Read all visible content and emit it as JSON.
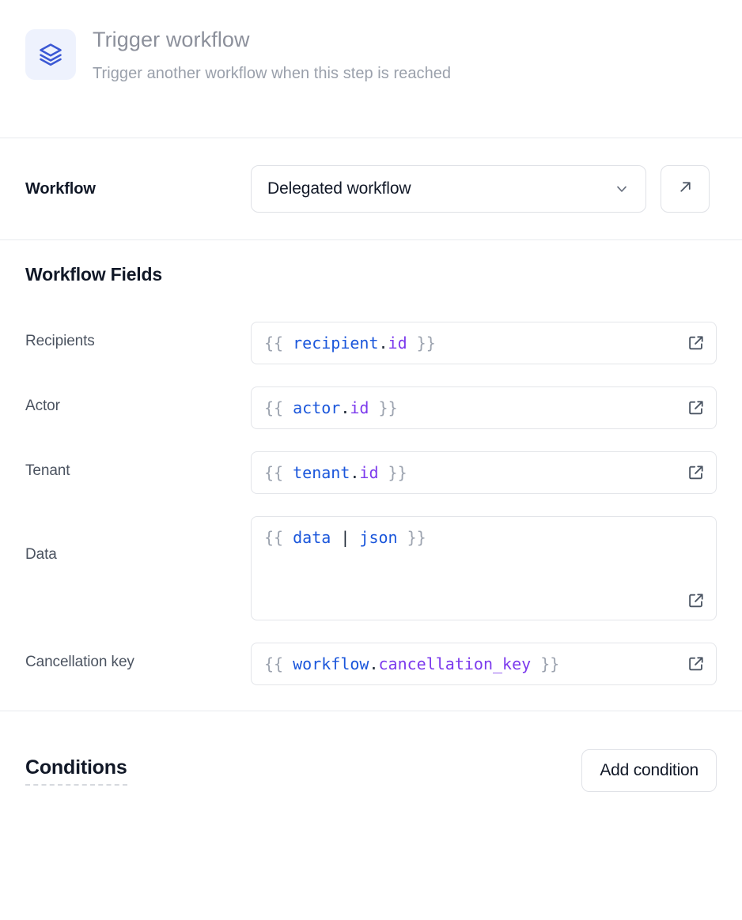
{
  "header": {
    "icon": "layers-icon",
    "title": "Trigger workflow",
    "subtitle": "Trigger another workflow when this step is reached",
    "icon_color": "#3b58d4",
    "icon_bg": "#eef2fd"
  },
  "workflow_row": {
    "label": "Workflow",
    "select_value": "Delegated workflow",
    "chevron_icon": "chevron-down-icon",
    "open_button_icon": "arrow-up-right-icon"
  },
  "fields_section": {
    "title": "Workflow Fields",
    "expand_icon": "external-link-icon",
    "fields": [
      {
        "label": "Recipients",
        "value": "{{ recipient.id }}",
        "multiline": false,
        "tokens": [
          {
            "t": "{{ ",
            "c": "brace"
          },
          {
            "t": "recipient",
            "c": "var"
          },
          {
            "t": ".",
            "c": "dot"
          },
          {
            "t": "id",
            "c": "prop"
          },
          {
            "t": " }}",
            "c": "brace"
          }
        ]
      },
      {
        "label": "Actor",
        "value": "{{ actor.id }}",
        "multiline": false,
        "tokens": [
          {
            "t": "{{ ",
            "c": "brace"
          },
          {
            "t": "actor",
            "c": "var"
          },
          {
            "t": ".",
            "c": "dot"
          },
          {
            "t": "id",
            "c": "prop"
          },
          {
            "t": " }}",
            "c": "brace"
          }
        ]
      },
      {
        "label": "Tenant",
        "value": "{{ tenant.id }}",
        "multiline": false,
        "tokens": [
          {
            "t": "{{ ",
            "c": "brace"
          },
          {
            "t": "tenant",
            "c": "var"
          },
          {
            "t": ".",
            "c": "dot"
          },
          {
            "t": "id",
            "c": "prop"
          },
          {
            "t": " }}",
            "c": "brace"
          }
        ]
      },
      {
        "label": "Data",
        "value": "{{ data | json }}",
        "multiline": true,
        "tokens": [
          {
            "t": "{{ ",
            "c": "brace"
          },
          {
            "t": "data",
            "c": "var"
          },
          {
            "t": " | ",
            "c": "pipe"
          },
          {
            "t": "json",
            "c": "var"
          },
          {
            "t": " }}",
            "c": "brace"
          }
        ]
      },
      {
        "label": "Cancellation key",
        "value": "{{ workflow.cancellation_key }}",
        "multiline": false,
        "tokens": [
          {
            "t": "{{ ",
            "c": "brace"
          },
          {
            "t": "workflow",
            "c": "var"
          },
          {
            "t": ".",
            "c": "dot"
          },
          {
            "t": "cancellation_key",
            "c": "prop"
          },
          {
            "t": " }}",
            "c": "brace"
          }
        ]
      }
    ]
  },
  "conditions_section": {
    "title": "Conditions",
    "add_button_label": "Add condition"
  }
}
